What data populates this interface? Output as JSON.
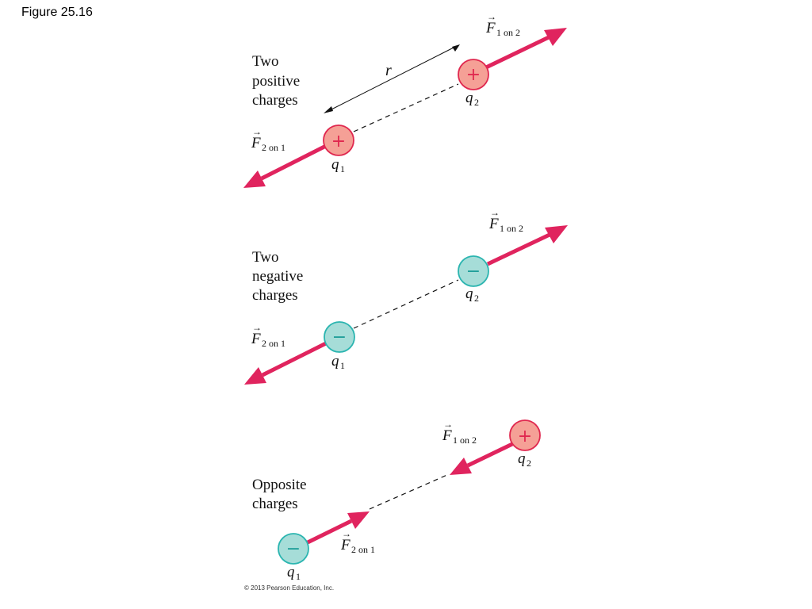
{
  "figure_label": "Figure 25.16",
  "copyright": "© 2013 Pearson Education, Inc.",
  "panels": [
    {
      "caption_lines": [
        "Two",
        "positive",
        "charges"
      ],
      "q1_sign": "+",
      "q2_sign": "+",
      "force_on_2": {
        "symbol": "F",
        "subscript": "1 on 2"
      },
      "force_on_1": {
        "symbol": "F",
        "subscript": "2 on 1"
      },
      "q1": {
        "symbol": "q",
        "subscript": "1"
      },
      "q2": {
        "symbol": "q",
        "subscript": "2"
      },
      "separation_label": "r"
    },
    {
      "caption_lines": [
        "Two",
        "negative",
        "charges"
      ],
      "q1_sign": "−",
      "q2_sign": "−",
      "force_on_2": {
        "symbol": "F",
        "subscript": "1 on 2"
      },
      "force_on_1": {
        "symbol": "F",
        "subscript": "2 on 1"
      },
      "q1": {
        "symbol": "q",
        "subscript": "1"
      },
      "q2": {
        "symbol": "q",
        "subscript": "2"
      }
    },
    {
      "caption_lines": [
        "Opposite",
        "charges"
      ],
      "q1_sign": "−",
      "q2_sign": "+",
      "force_on_2": {
        "symbol": "F",
        "subscript": "1 on 2"
      },
      "force_on_1": {
        "symbol": "F",
        "subscript": "2 on 1"
      },
      "q1": {
        "symbol": "q",
        "subscript": "1"
      },
      "q2": {
        "symbol": "q",
        "subscript": "2"
      }
    }
  ],
  "colors": {
    "force_arrow": "#e0245e",
    "positive_fill": "#f5a096",
    "positive_stroke": "#e0284f",
    "negative_fill": "#a6ddd8",
    "negative_stroke": "#2bb5b0"
  }
}
